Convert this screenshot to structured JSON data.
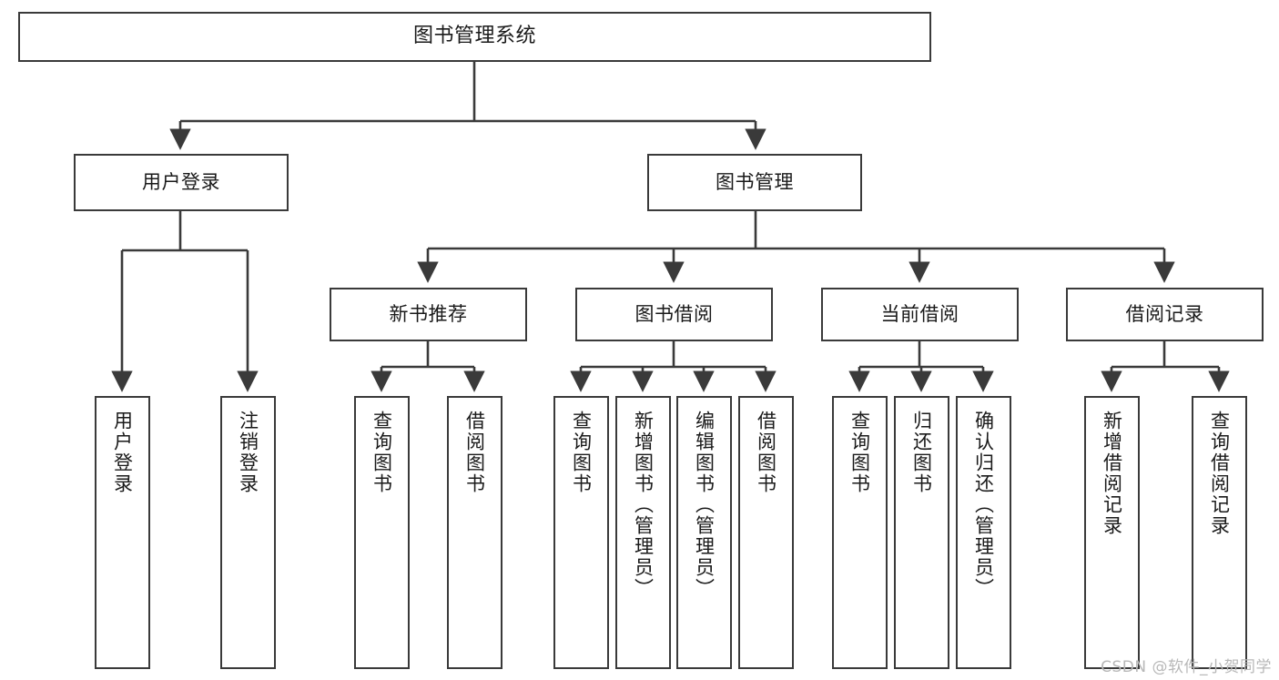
{
  "diagram": {
    "title": "图书管理系统",
    "watermark": "CSDN @软件_小贺同学",
    "colors": {
      "box_border": "#3a3a3a",
      "box_fill": "#ffffff",
      "connector": "#3a3a3a",
      "text": "#1a1a1a",
      "watermark": "#b8b8b8",
      "background": "#ffffff"
    }
  },
  "nodes": {
    "root": {
      "label": "图书管理系统",
      "level": 1
    },
    "level2": [
      {
        "id": "user-login",
        "label": "用户登录"
      },
      {
        "id": "book-manage",
        "label": "图书管理"
      }
    ],
    "level3": [
      {
        "id": "new-book-recommend",
        "label": "新书推荐"
      },
      {
        "id": "book-borrow",
        "label": "图书借阅"
      },
      {
        "id": "current-borrow",
        "label": "当前借阅"
      },
      {
        "id": "borrow-record",
        "label": "借阅记录"
      }
    ],
    "leaves": {
      "user-login": [
        {
          "id": "leaf-user-login",
          "label": "用户登录"
        },
        {
          "id": "leaf-logout",
          "label": "注销登录"
        }
      ],
      "new-book-recommend": [
        {
          "id": "leaf-query-book-1",
          "label": "查询图书"
        },
        {
          "id": "leaf-borrow-book-1",
          "label": "借阅图书"
        }
      ],
      "book-borrow": [
        {
          "id": "leaf-query-book-2",
          "label": "查询图书"
        },
        {
          "id": "leaf-add-book",
          "label": "新增图书（管理员）"
        },
        {
          "id": "leaf-edit-book",
          "label": "编辑图书（管理员）"
        },
        {
          "id": "leaf-borrow-book-2",
          "label": "借阅图书"
        }
      ],
      "current-borrow": [
        {
          "id": "leaf-query-book-3",
          "label": "查询图书"
        },
        {
          "id": "leaf-return-book",
          "label": "归还图书"
        },
        {
          "id": "leaf-confirm-return",
          "label": "确认归还（管理员）"
        }
      ],
      "borrow-record": [
        {
          "id": "leaf-add-record",
          "label": "新增借阅记录"
        },
        {
          "id": "leaf-query-record",
          "label": "查询借阅记录"
        }
      ]
    }
  }
}
